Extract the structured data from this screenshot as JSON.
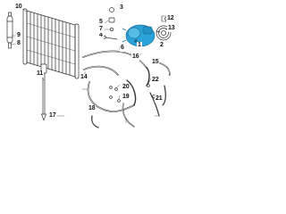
{
  "colors": {
    "line": "#333333",
    "highlight": "#2aa3d8",
    "highlight_dark": "#1b6f9a",
    "background": "#ffffff"
  },
  "callouts": {
    "c1": "1",
    "c2": "2",
    "c3": "3",
    "c4": "4",
    "c5": "5",
    "c6": "6",
    "c7": "7",
    "c8": "8",
    "c9": "9",
    "c10": "10",
    "c11": "11",
    "c12": "12",
    "c13": "13",
    "c14": "14",
    "c15": "15",
    "c16": "16",
    "c17": "17",
    "c18": "18",
    "c19": "19",
    "c20": "20",
    "c21": "21",
    "c22": "22"
  }
}
